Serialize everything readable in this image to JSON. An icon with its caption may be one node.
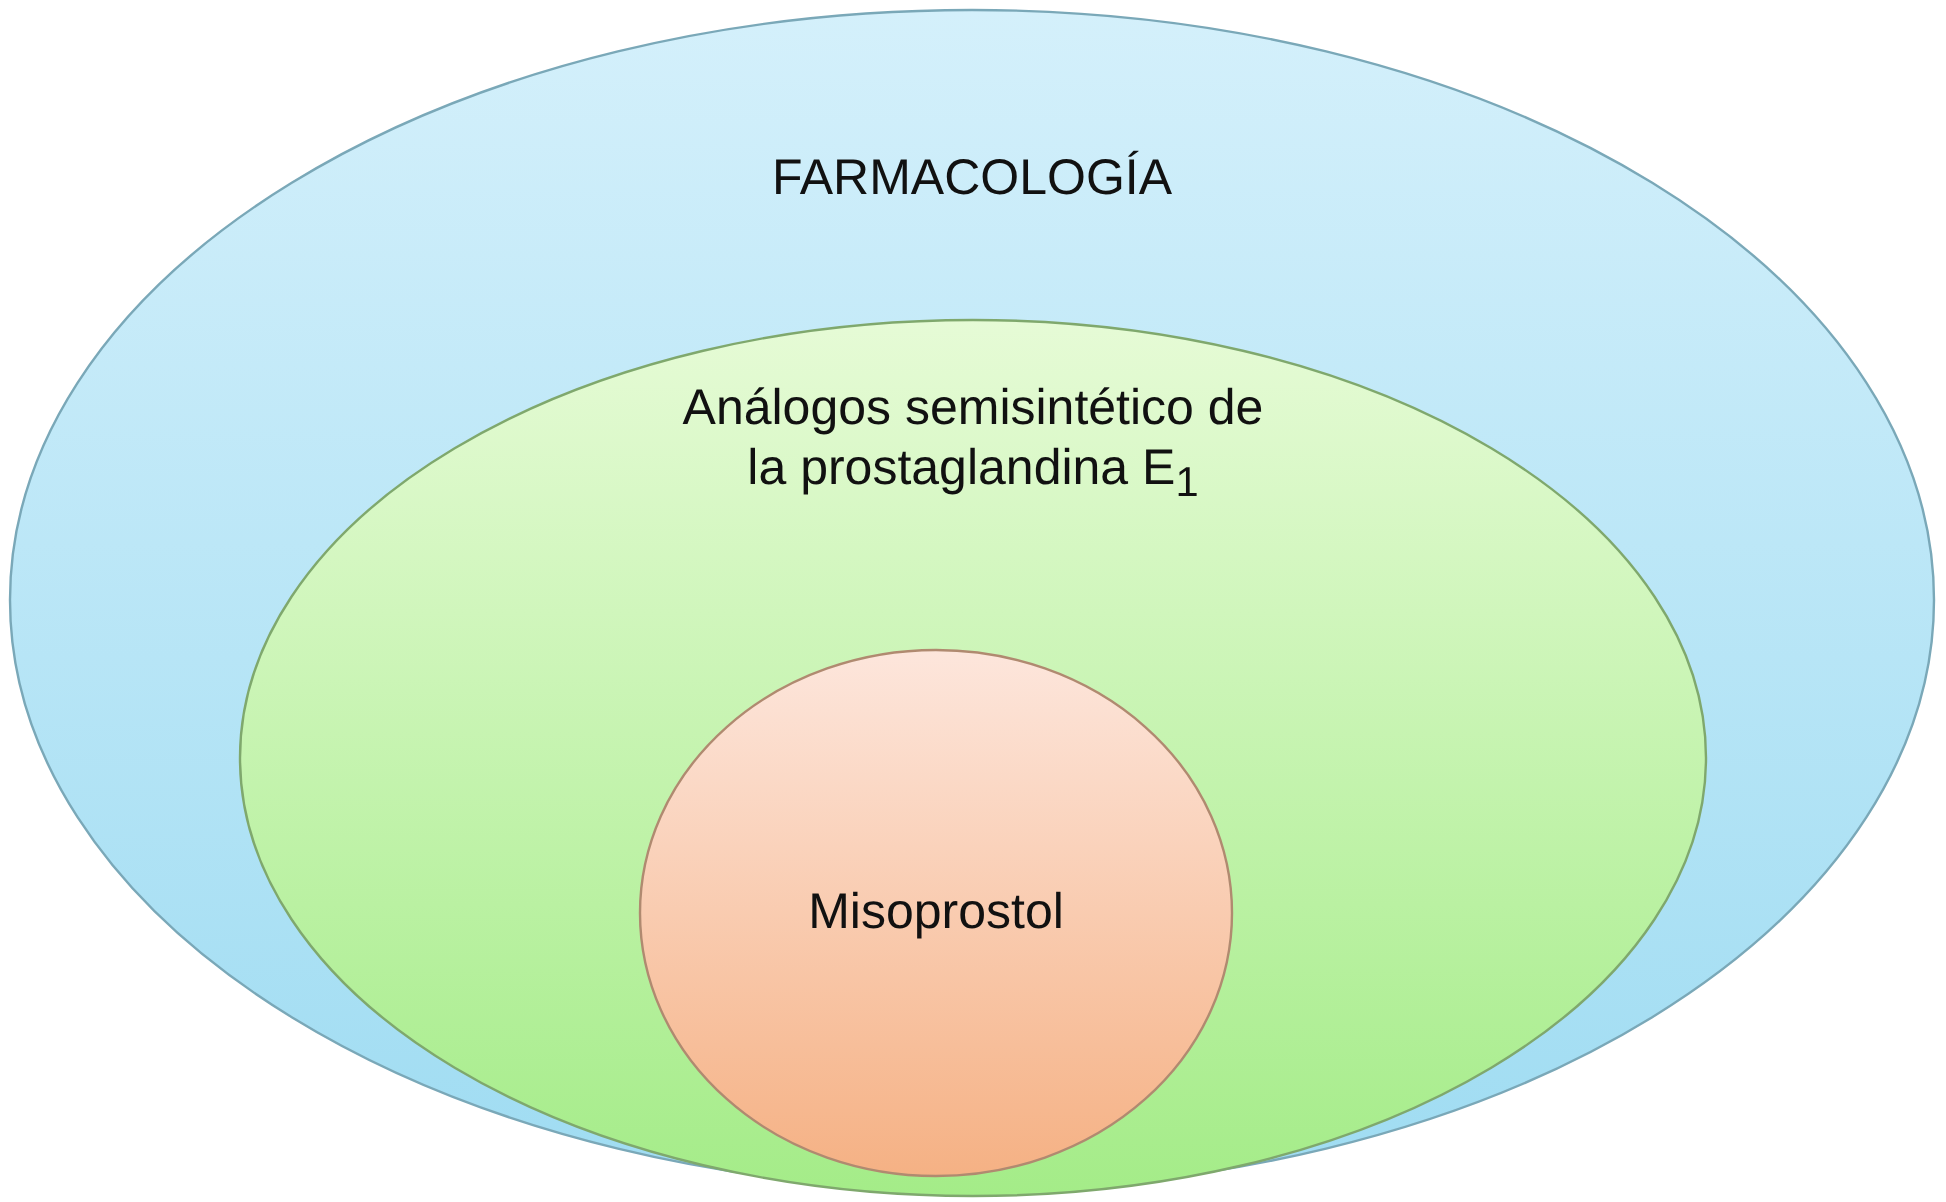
{
  "diagram": {
    "nodes": [
      {
        "text": [
          "FARMACOLOGÍA"
        ]
      },
      {
        "text": [
          "Análogos semisintético de la prostaglandina E$_{1}$"
        ],
        "in": 0
      },
      {
        "text": [
          "Misoprostol"
        ],
        "in": 1
      }
    ]
  }
}
